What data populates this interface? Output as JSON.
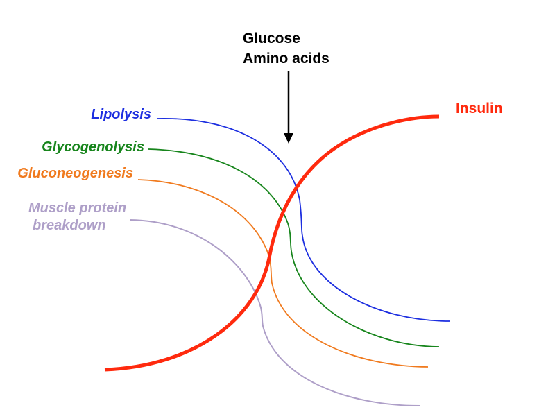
{
  "stimulus": {
    "line1": "Glucose",
    "line2": "Amino acids"
  },
  "hormone": {
    "label": "Insulin",
    "color": "#ff2a0e"
  },
  "processes": [
    {
      "id": "lipolysis",
      "label_line1": "Lipolysis",
      "label_line2": "",
      "color": "#1d2fe0"
    },
    {
      "id": "glycogenolysis",
      "label_line1": "Glycogenolysis",
      "label_line2": "",
      "color": "#17851c"
    },
    {
      "id": "gluconeogenesis",
      "label_line1": "Gluconeogenesis",
      "label_line2": "",
      "color": "#f07a1e"
    },
    {
      "id": "muscle-protein-breakdown",
      "label_line1": "Muscle protein",
      "label_line2": "breakdown",
      "color": "#ae9fc8"
    }
  ]
}
